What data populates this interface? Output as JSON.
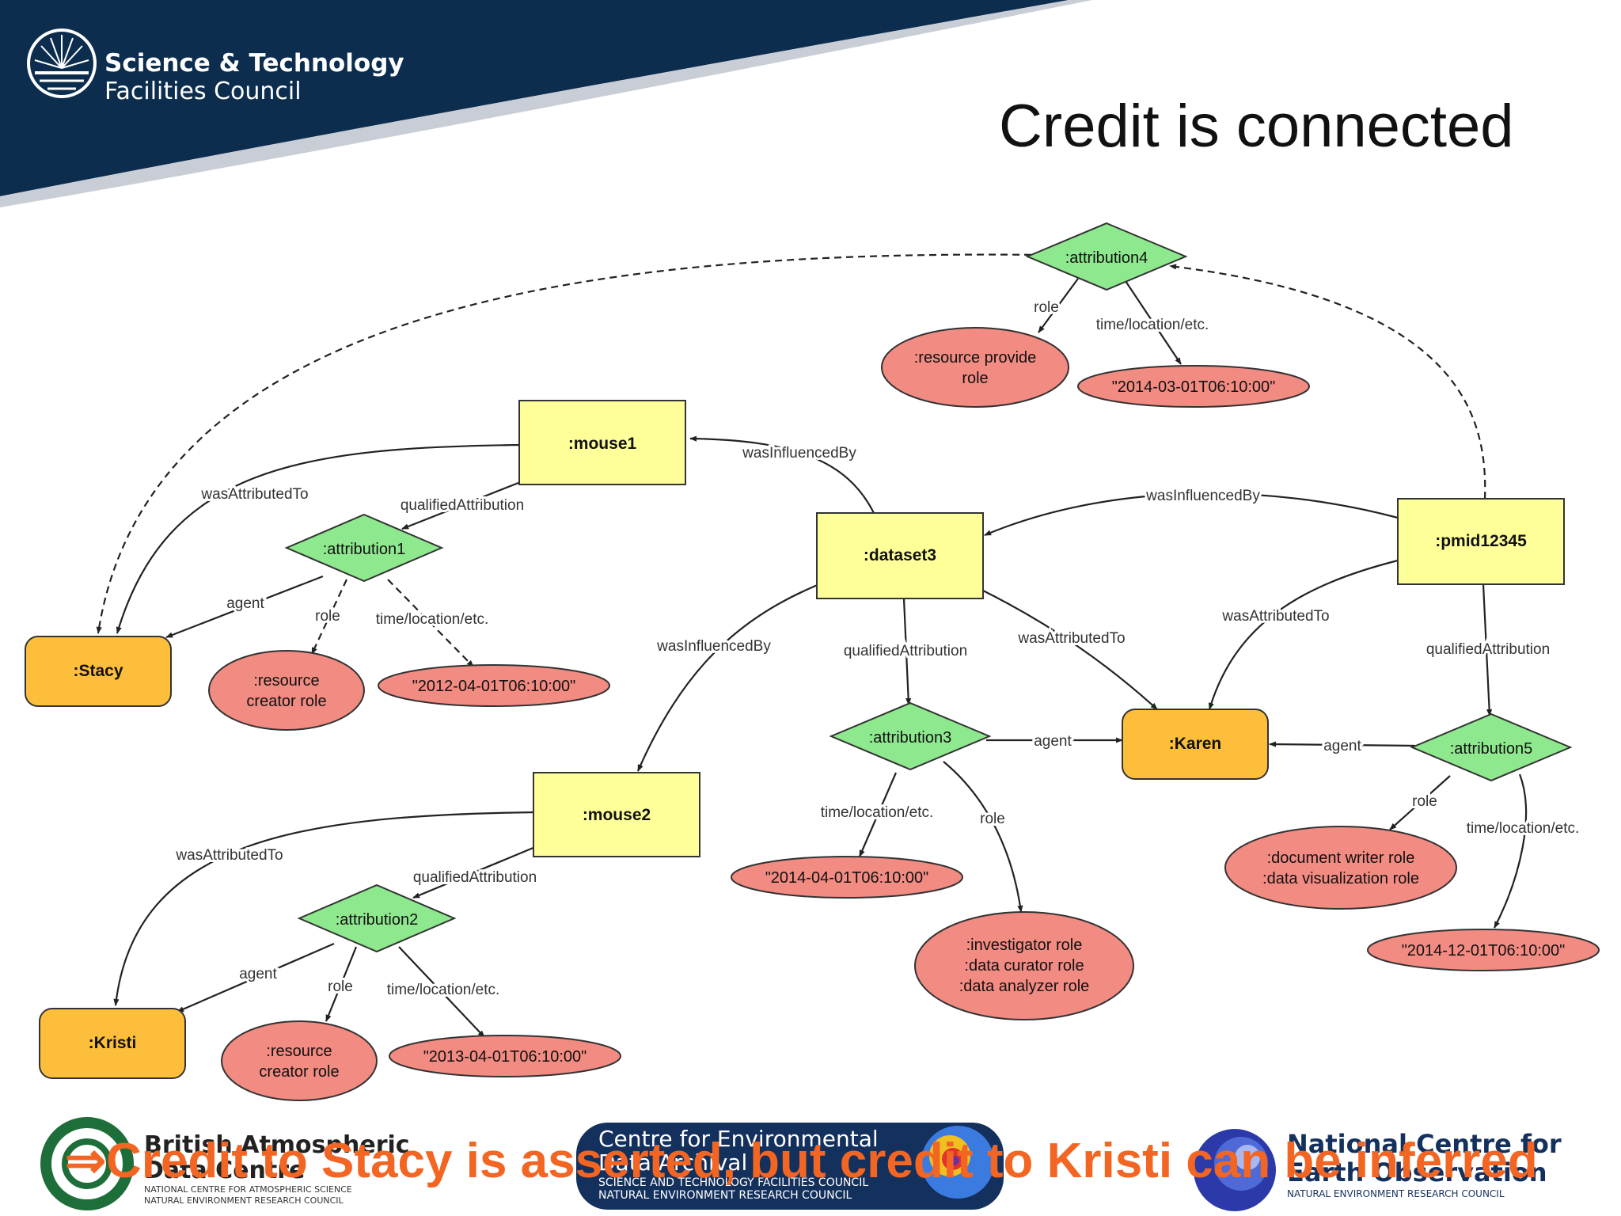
{
  "header": {
    "org_line1": "Science & Technology",
    "org_line2": "Facilities Council",
    "title": "Credit is connected"
  },
  "nodes": {
    "mouse1": ":mouse1",
    "mouse2": ":mouse2",
    "dataset3": ":dataset3",
    "pmid12345": ":pmid12345",
    "stacy": ":Stacy",
    "kristi": ":Kristi",
    "karen": ":Karen",
    "attribution1": ":attribution1",
    "attribution2": ":attribution2",
    "attribution3": ":attribution3",
    "attribution4": ":attribution4",
    "attribution5": ":attribution5",
    "role_a1": [
      ":resource",
      "creator role"
    ],
    "time_a1": "\"2012-04-01T06:10:00\"",
    "role_a2": [
      ":resource",
      "creator role"
    ],
    "time_a2": "\"2013-04-01T06:10:00\"",
    "role_a3": [
      ":investigator role",
      ":data curator role",
      ":data analyzer role"
    ],
    "time_a3": "\"2014-04-01T06:10:00\"",
    "role_a4": [
      ":resource provide",
      "role"
    ],
    "time_a4": "\"2014-03-01T06:10:00\"",
    "role_a5": [
      ":document writer role",
      ":data visualization role"
    ],
    "time_a5": "\"2014-12-01T06:10:00\""
  },
  "edge_labels": {
    "was_attributed_to": "wasAttributedTo",
    "qualified_attribution": "qualifiedAttribution",
    "was_influenced_by": "wasInfluencedBy",
    "agent": "agent",
    "role": "role",
    "time_location": "time/location/etc."
  },
  "footer": {
    "logo1_line1": "British Atmospheric",
    "logo1_line2": "Data Centre",
    "logo1_line3": "NATIONAL CENTRE FOR ATMOSPHERIC SCIENCE",
    "logo1_line4": "NATURAL ENVIRONMENT RESEARCH COUNCIL",
    "logo2_line1": "Centre for Environmental",
    "logo2_line2": "Data Archival",
    "logo2_line3": "SCIENCE AND TECHNOLOGY FACILITIES COUNCIL",
    "logo2_line4": "NATURAL ENVIRONMENT RESEARCH COUNCIL",
    "logo3_line1": "National Centre for",
    "logo3_line2": "Earth Observation",
    "logo3_line3": "NATURAL ENVIRONMENT RESEARCH COUNCIL"
  },
  "caption": "⇒Credit to Stacy is asserted, but credit to Kristi can be inferred",
  "colors": {
    "header_navy": "#0c2d4e",
    "entity_fill": "#ffff99",
    "agent_fill": "#fdbf3b",
    "attribution_fill": "#8ee88e",
    "value_fill": "#f28b82",
    "caption_orange": "#f26522"
  }
}
